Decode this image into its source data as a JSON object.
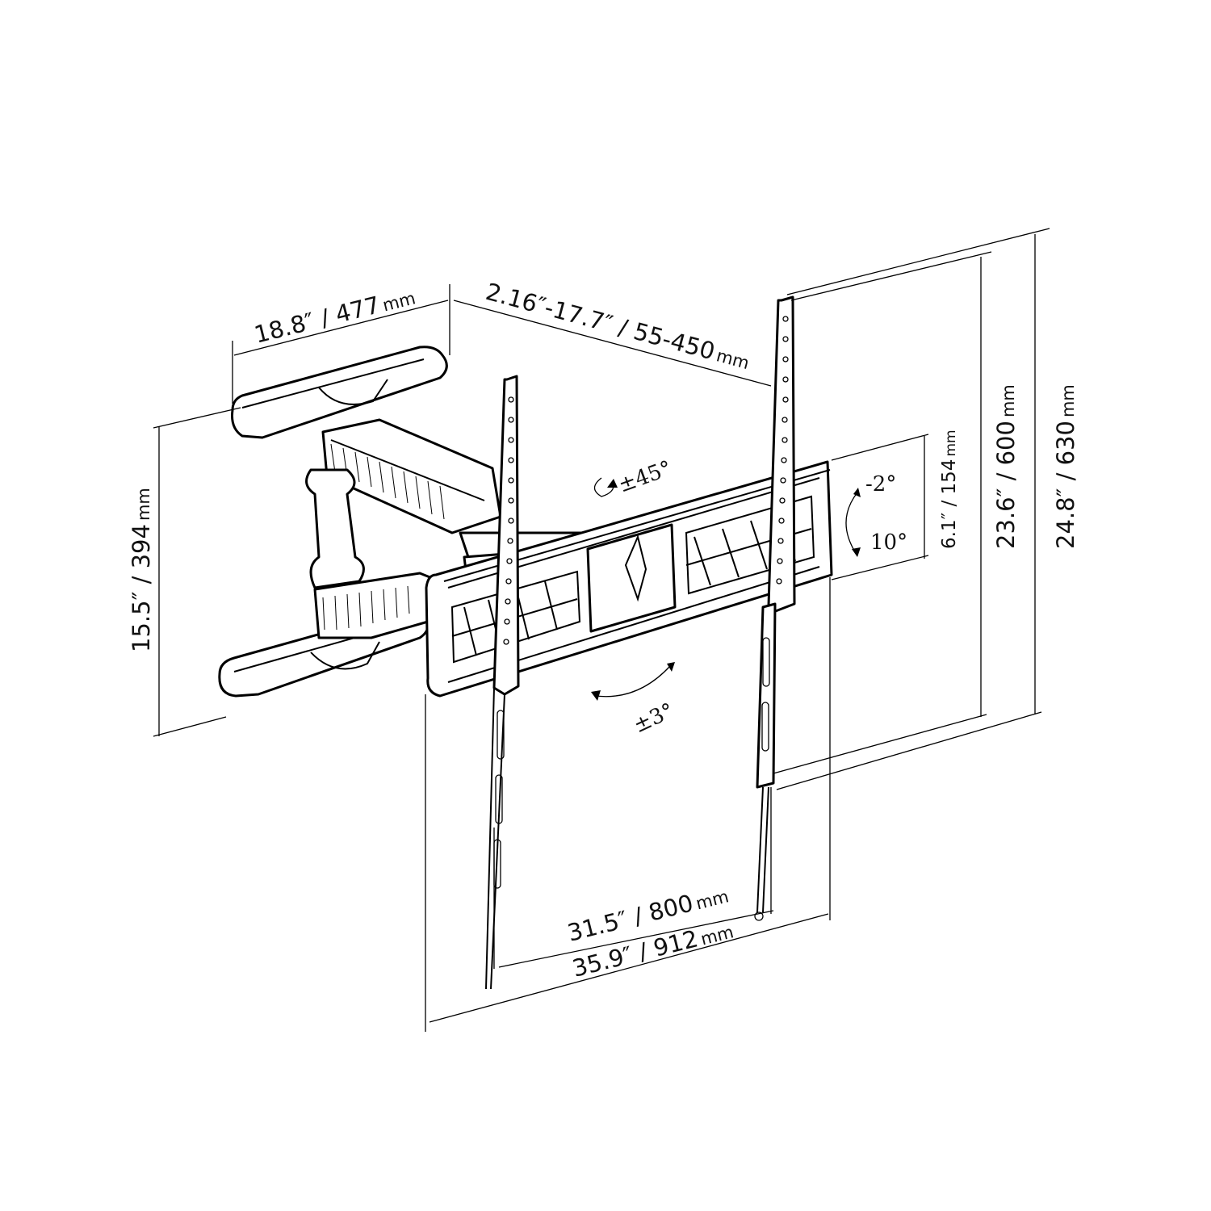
{
  "dimensions": {
    "arm_plate_width": {
      "value": "18.8″ / 477",
      "unit": "mm"
    },
    "arm_extension": {
      "value": "2.16″-17.7″ / 55-450",
      "unit": "mm"
    },
    "arm_plate_height": {
      "value": "15.5″ / 394",
      "unit": "mm"
    },
    "tilt_bracket_height": {
      "value": "6.1″ / 154",
      "unit": "mm"
    },
    "vesa_height_inner": {
      "value": "23.6″ / 600",
      "unit": "mm"
    },
    "vesa_height_outer": {
      "value": "24.8″ / 630",
      "unit": "mm"
    },
    "vesa_width_inner": {
      "value": "31.5″ / 800",
      "unit": "mm"
    },
    "vesa_width_outer": {
      "value": "35.9″ / 912",
      "unit": "mm"
    }
  },
  "angles": {
    "swivel": "±45°",
    "tilt_up": "-2°",
    "tilt_down": "10°",
    "rotation": "±3°"
  }
}
